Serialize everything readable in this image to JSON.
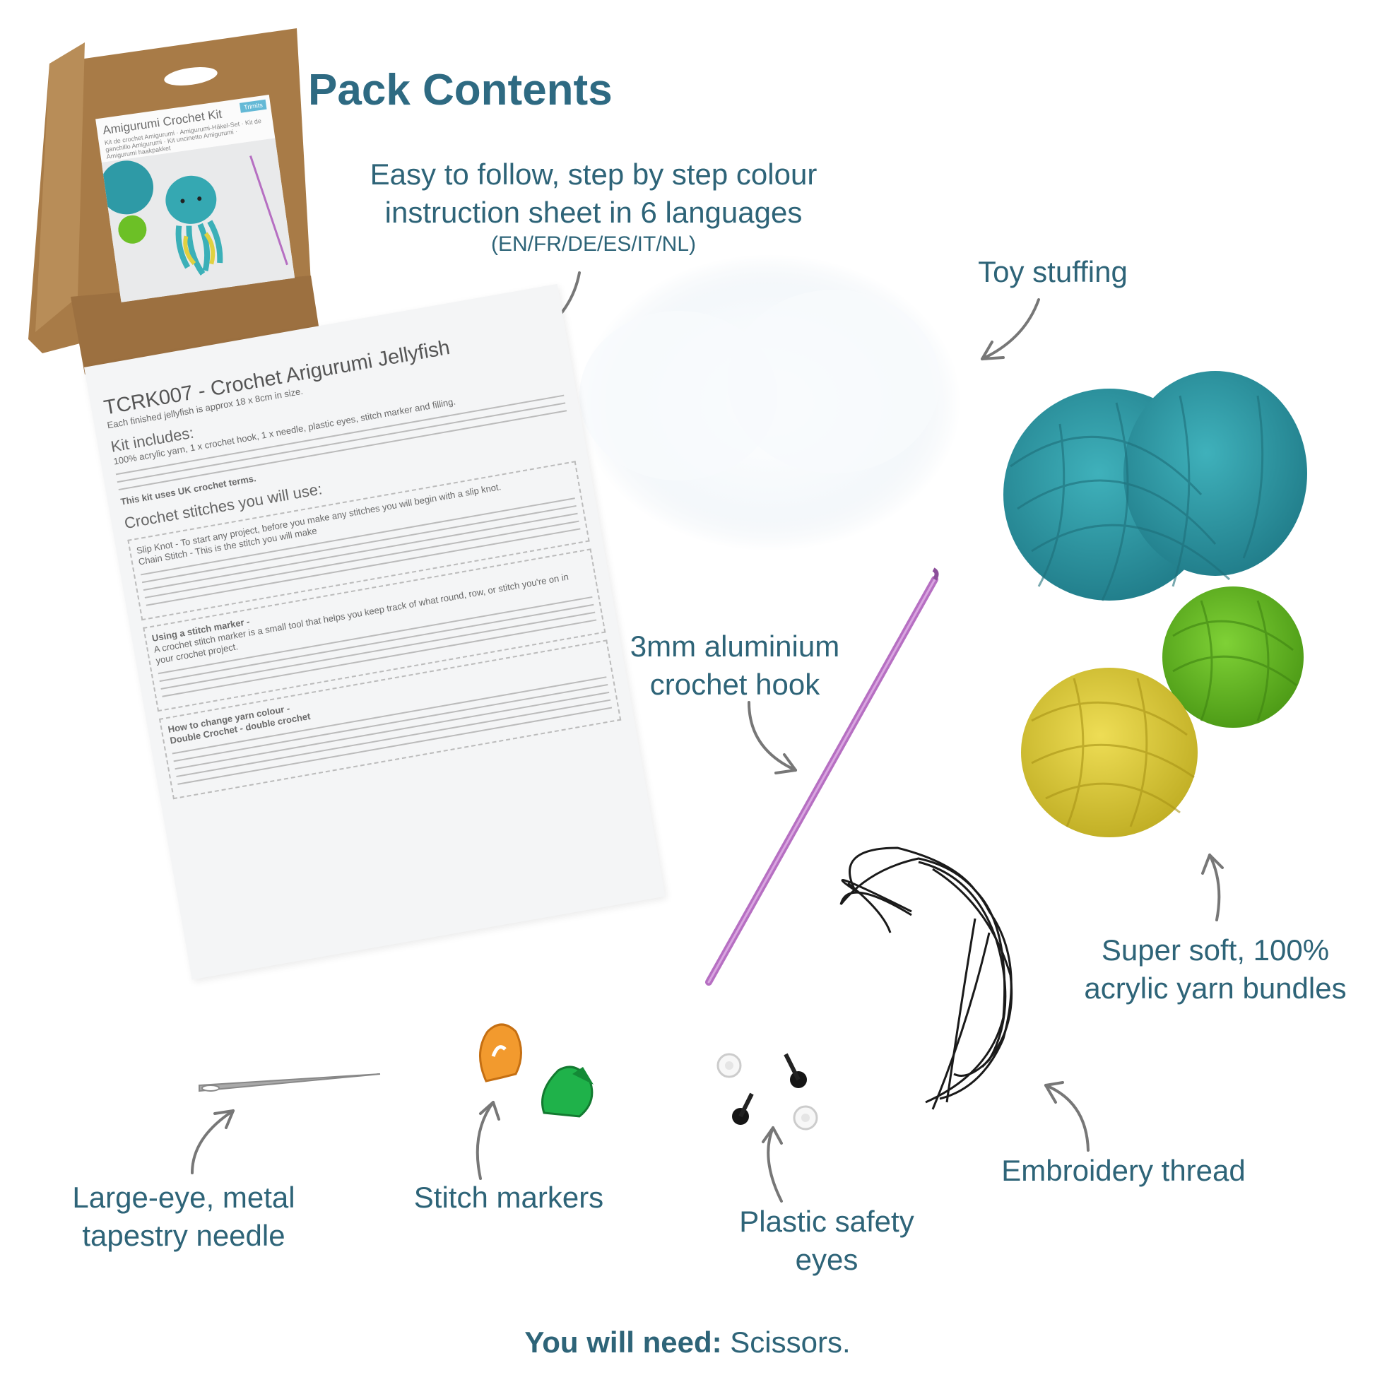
{
  "title": "Pack Contents",
  "pouch": {
    "label": "Amigurumi Crochet Kit",
    "subtitle": "Kit de crochet Amigurumi · Amigurumi-Häkel-Set · Kit de ganchillo Amigurumi · Kit uncinetto Amigurumi · Amigurumi haakpakket",
    "brand": "Trimits"
  },
  "instructions": {
    "line1": "Easy to follow, step by step colour",
    "line2": "instruction sheet in 6 languages",
    "languages": "(EN/FR/DE/ES/IT/NL)"
  },
  "sheet": {
    "title": "TCRK007 - Crochet Arigurumi Jellyfish",
    "intro": "Each finished jellyfish is approx 18 x 8cm in size.",
    "kit_heading": "Kit includes:",
    "kit_text": "100% acrylic yarn, 1 x crochet hook, 1 x needle, plastic eyes, stitch marker and filling.",
    "uk_terms": "This kit uses UK crochet terms.",
    "stitches_heading": "Crochet stitches you will use:",
    "slip_knot": "Slip Knot - To start any project, before you make any stitches you will begin with a slip knot.",
    "chain_stitch": "Chain Stitch - This is the stitch you will make",
    "marker_heading": "Using a stitch marker -",
    "marker_text": "A crochet stitch marker is a small tool that helps you keep track of what round, row, or stitch you're on in your crochet project.",
    "double_crochet": "Double Crochet - double crochet",
    "change_colour": "How to change yarn colour -"
  },
  "items": {
    "stuffing": "Toy stuffing",
    "hook_line1": "3mm aluminium",
    "hook_line2": "crochet hook",
    "yarn_line1": "Super soft, 100%",
    "yarn_line2": "acrylic yarn bundles",
    "thread": "Embroidery thread",
    "needle_line1": "Large-eye, metal",
    "needle_line2": "tapestry needle",
    "markers": "Stitch markers",
    "eyes_line1": "Plastic safety",
    "eyes_line2": "eyes"
  },
  "footer": {
    "bold": "You will need:",
    "text": " Scissors."
  },
  "colors": {
    "accent": "#2e6478",
    "yarn_teal": "#2e9aa6",
    "yarn_green": "#6cc026",
    "yarn_yellow": "#e0d140",
    "hook": "#b66fc2",
    "marker_orange": "#f29a2e",
    "marker_green": "#1fb24a",
    "kraft": "#b08552"
  }
}
